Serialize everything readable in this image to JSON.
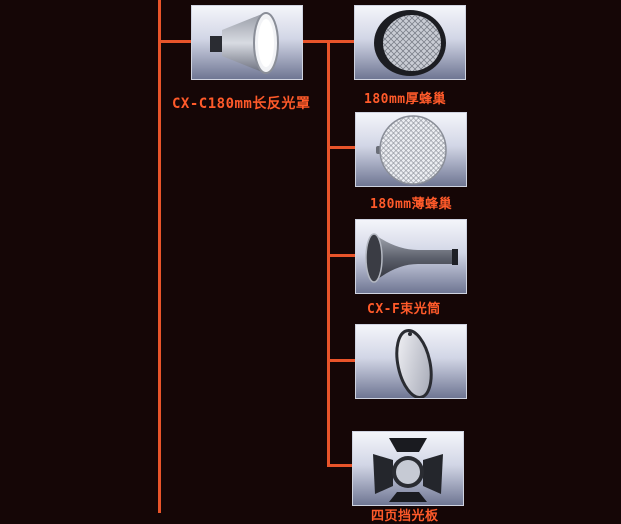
{
  "colors": {
    "background": "#150606",
    "connector": "#e8542a",
    "caption": "#ff5a2a"
  },
  "parent": {
    "label": "CX-C180mm长反光罩",
    "icon": "long-reflector-icon"
  },
  "children": [
    {
      "label": "180mm厚蜂巢",
      "icon": "thick-honeycomb-grid-icon"
    },
    {
      "label": "180mm薄蜂巢",
      "icon": "thin-honeycomb-grid-icon"
    },
    {
      "label": "CX-F束光筒",
      "icon": "snoot-icon"
    },
    {
      "label": "",
      "icon": "diffuser-disc-icon"
    },
    {
      "label": "四页挡光板",
      "icon": "barn-doors-icon"
    }
  ]
}
